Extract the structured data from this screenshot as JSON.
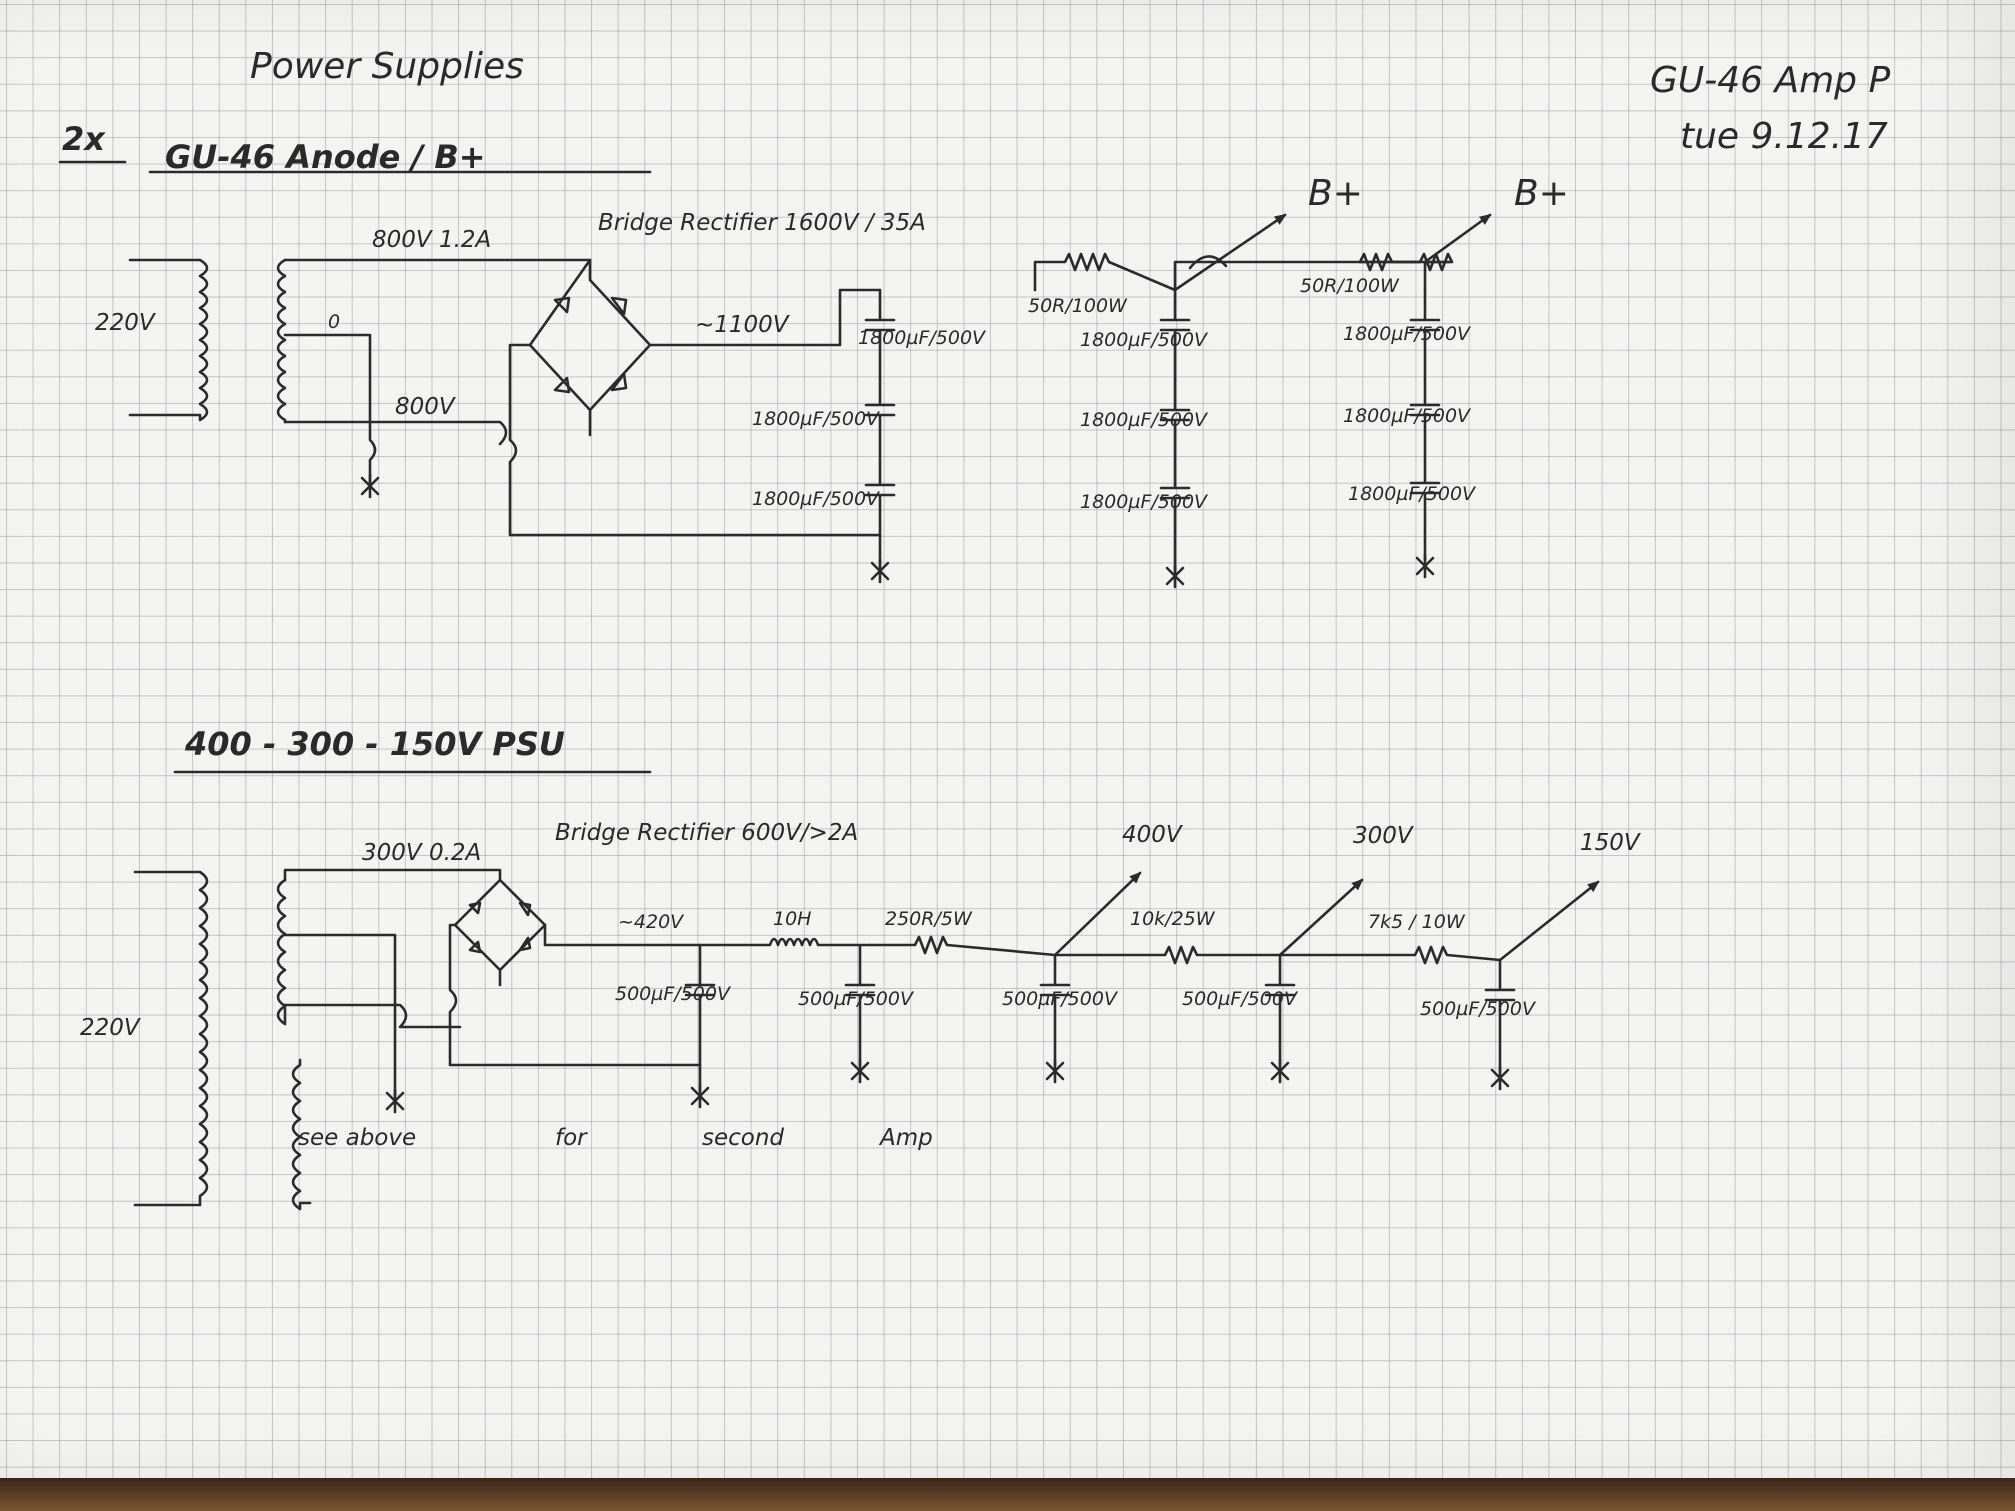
{
  "header": {
    "title": "Power Supplies",
    "project": "GU-46 Amp P",
    "date": "tue 9.12.17"
  },
  "section1": {
    "title_prefix": "2x",
    "title": "GU-46 Anode / B+",
    "primary_voltage": "220V",
    "secondary_label": "800V 1.2A",
    "tap_label": "0",
    "secondary2_label": "800V",
    "rectifier_label": "Bridge Rectifier 1600V / 35A",
    "rectified_voltage": "~1100V",
    "cap": "1800µF/500V",
    "resistor1": "50R/100W",
    "resistor2": "50R/100W",
    "output1": "B+",
    "output2": "B+"
  },
  "section2": {
    "title": "400 - 300 - 150V PSU",
    "primary_voltage": "220V",
    "secondary_label": "300V 0.2A",
    "rectifier_label": "Bridge Rectifier 600V/>2A",
    "rectified_voltage": "~420V",
    "choke": "10H",
    "r1": "250R/5W",
    "r2": "10k/25W",
    "r3": "7k5 / 10W",
    "cap": "500µF/500V",
    "out1": "400V",
    "out2": "300V",
    "out3": "150V",
    "note": [
      "see above",
      "for",
      "second",
      "Amp"
    ]
  }
}
